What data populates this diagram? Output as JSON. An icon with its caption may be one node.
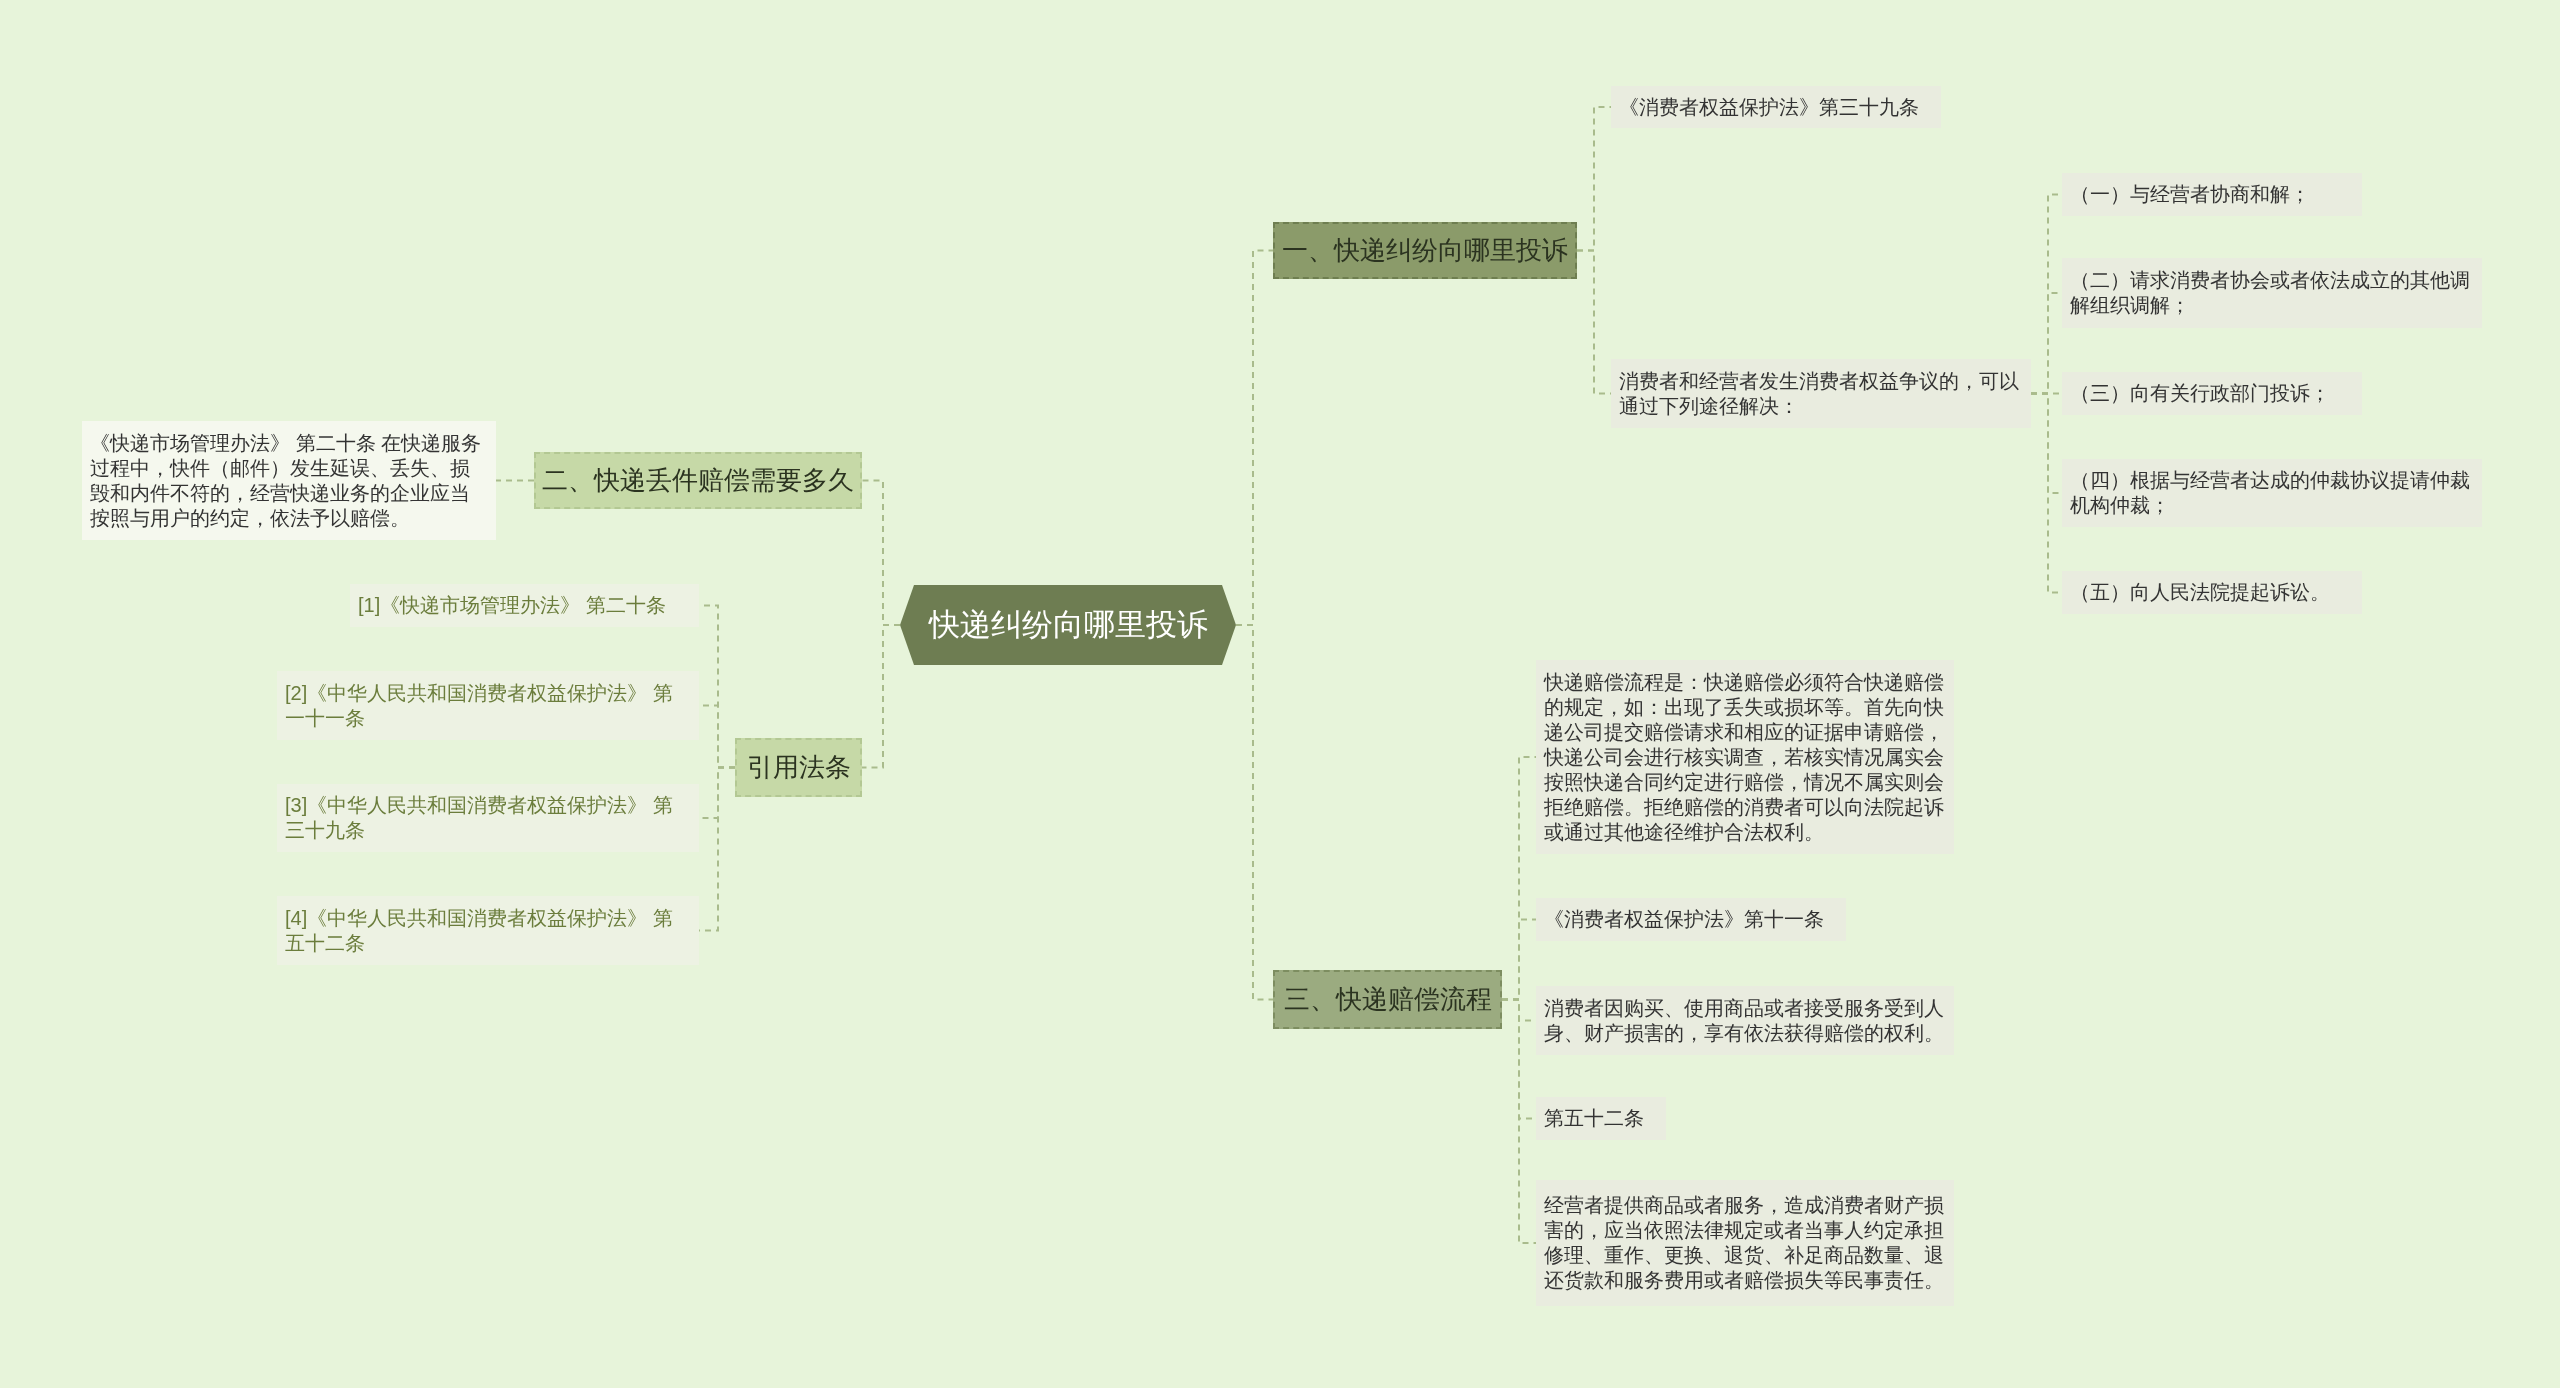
{
  "diagram": {
    "nodes": [
      {
        "text": [
          "快递纠纷向哪里投诉"
        ]
      },
      {
        "text": [
          "一、快递纠纷向哪里投诉"
        ]
      },
      {
        "text": [
          "《消费者权益保护法》第三十九条"
        ]
      },
      {
        "text": [
          "消费者和经营者发生消费者权益争议的，可以通过下列途径解决："
        ]
      },
      {
        "text": [
          "（一）与经营者协商和解；"
        ]
      },
      {
        "text": [
          "（二）请求消费者协会或者依法成立的其他调解组织调解；"
        ]
      },
      {
        "text": [
          "（三）向有关行政部门投诉；"
        ]
      },
      {
        "text": [
          "（四）根据与经营者达成的仲裁协议提请仲裁机构仲裁；"
        ]
      },
      {
        "text": [
          "（五）向人民法院提起诉讼。"
        ]
      },
      {
        "text": [
          "二、快递丢件赔偿需要多久"
        ]
      },
      {
        "text": [
          "《快递市场管理办法》 第二十条 在快递服务过程中，快件（邮件）发生延误、丢失、损毁和内件不符的，经营快递业务的企业应当按照与用户的约定，依法予以赔偿。"
        ]
      },
      {
        "text": [
          "引用法条"
        ]
      },
      {
        "text": [
          "[1]《快递市场管理办法》 第二十条"
        ]
      },
      {
        "text": [
          "[2]《中华人民共和国消费者权益保护法》 第一十一条"
        ]
      },
      {
        "text": [
          "[3]《中华人民共和国消费者权益保护法》 第三十九条"
        ]
      },
      {
        "text": [
          "[4]《中华人民共和国消费者权益保护法》 第五十二条"
        ]
      },
      {
        "text": [
          "三、快递赔偿流程"
        ]
      },
      {
        "text": [
          "快递赔偿流程是：快递赔偿必须符合快递赔偿的规定，如：出现了丢失或损坏等。首先向快递公司提交赔偿请求和相应的证据申请赔偿，快递公司会进行核实调查，若核实情况属实会按照快递合同约定进行赔偿，情况不属实则会拒绝赔偿。拒绝赔偿的消费者可以向法院起诉或通过其他途径维护合法权利。"
        ]
      },
      {
        "text": [
          "《消费者权益保护法》第十一条"
        ]
      },
      {
        "text": [
          "消费者因购买、使用商品或者接受服务受到人身、财产损害的，享有依法获得赔偿的权利。"
        ]
      },
      {
        "text": [
          "第五十二条"
        ]
      },
      {
        "text": [
          "经营者提供商品或者服务，造成消费者财产损害的，应当依照法律规定或者当事人约定承担修理、重作、更换、退货、补足商品数量、退还货款和服务费用或者赔偿损失等民事责任。"
        ]
      }
    ],
    "edges": [
      {
        "from": 0,
        "to": 1,
        "arrow": "none"
      },
      {
        "from": 0,
        "to": 9,
        "arrow": "none"
      },
      {
        "from": 0,
        "to": 11,
        "arrow": "none"
      },
      {
        "from": 0,
        "to": 16,
        "arrow": "none"
      },
      {
        "from": 1,
        "to": 2,
        "arrow": "none"
      },
      {
        "from": 1,
        "to": 3,
        "arrow": "none"
      },
      {
        "from": 3,
        "to": 4,
        "arrow": "none"
      },
      {
        "from": 3,
        "to": 5,
        "arrow": "none"
      },
      {
        "from": 3,
        "to": 6,
        "arrow": "none"
      },
      {
        "from": 3,
        "to": 7,
        "arrow": "none"
      },
      {
        "from": 3,
        "to": 8,
        "arrow": "none"
      },
      {
        "from": 9,
        "to": 10,
        "arrow": "none"
      },
      {
        "from": 11,
        "to": 12,
        "arrow": "none"
      },
      {
        "from": 11,
        "to": 13,
        "arrow": "none"
      },
      {
        "from": 11,
        "to": 14,
        "arrow": "none"
      },
      {
        "from": 11,
        "to": 15,
        "arrow": "none"
      },
      {
        "from": 16,
        "to": 17,
        "arrow": "none"
      },
      {
        "from": 16,
        "to": 18,
        "arrow": "none"
      },
      {
        "from": 16,
        "to": 19,
        "arrow": "none"
      },
      {
        "from": 16,
        "to": 20,
        "arrow": "none"
      },
      {
        "from": 16,
        "to": 21,
        "arrow": "none"
      }
    ]
  }
}
